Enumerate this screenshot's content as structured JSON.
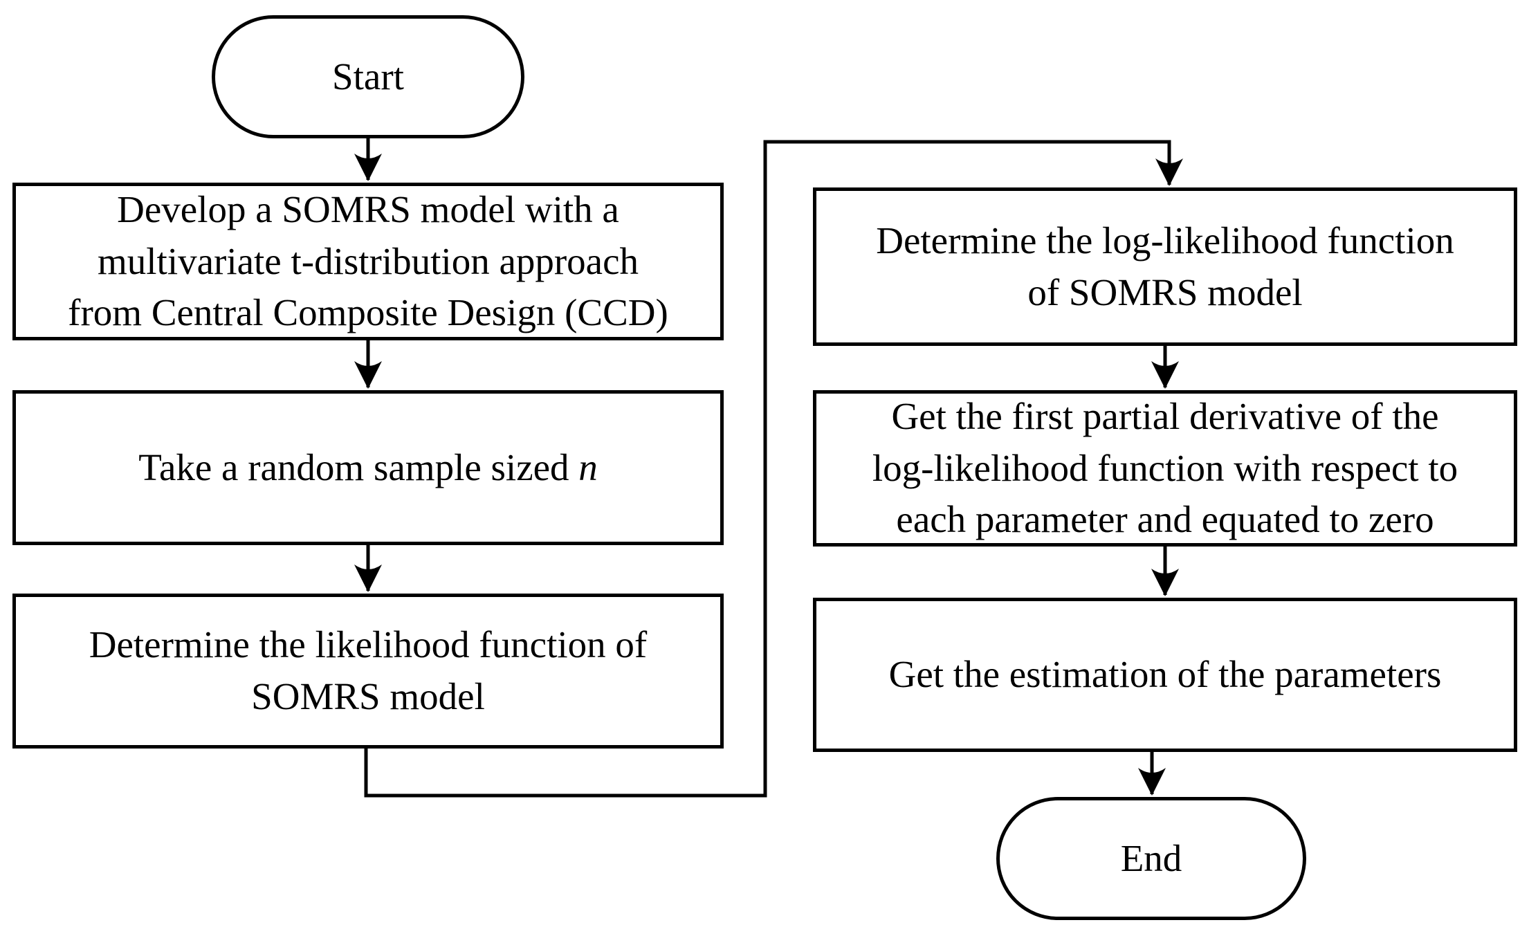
{
  "figure": {
    "type": "flowchart",
    "background_color": "#ffffff",
    "stroke_color": "#000000",
    "text_color": "#000000"
  },
  "nodes": {
    "start": {
      "shape": "stadium",
      "label": "Start"
    },
    "develop_model": {
      "shape": "process",
      "lines": [
        "Develop a SOMRS model with a",
        "multivariate t-distribution approach",
        "from Central Composite Design (CCD)"
      ]
    },
    "random_sample": {
      "shape": "process",
      "text": "Take a random sample sized ",
      "variable": "n"
    },
    "likelihood": {
      "shape": "process",
      "lines": [
        "Determine the likelihood function of",
        "SOMRS model"
      ]
    },
    "log_likelihood": {
      "shape": "process",
      "lines": [
        "Determine the log-likelihood function",
        "of SOMRS model"
      ]
    },
    "partial_derivative": {
      "shape": "process",
      "lines": [
        "Get the first partial derivative of the",
        "log-likelihood function with respect to",
        "each parameter and equated to zero"
      ]
    },
    "estimation": {
      "shape": "process",
      "lines": [
        "Get the estimation of the parameters"
      ]
    },
    "end": {
      "shape": "stadium",
      "label": "End"
    }
  },
  "edges": [
    {
      "from": "start",
      "to": "develop_model",
      "style": "arrow"
    },
    {
      "from": "develop_model",
      "to": "random_sample",
      "style": "arrow"
    },
    {
      "from": "random_sample",
      "to": "likelihood",
      "style": "arrow"
    },
    {
      "from": "likelihood",
      "to": "log_likelihood",
      "style": "arrow-elbow"
    },
    {
      "from": "log_likelihood",
      "to": "partial_derivative",
      "style": "arrow"
    },
    {
      "from": "partial_derivative",
      "to": "estimation",
      "style": "arrow"
    },
    {
      "from": "estimation",
      "to": "end",
      "style": "arrow"
    }
  ]
}
